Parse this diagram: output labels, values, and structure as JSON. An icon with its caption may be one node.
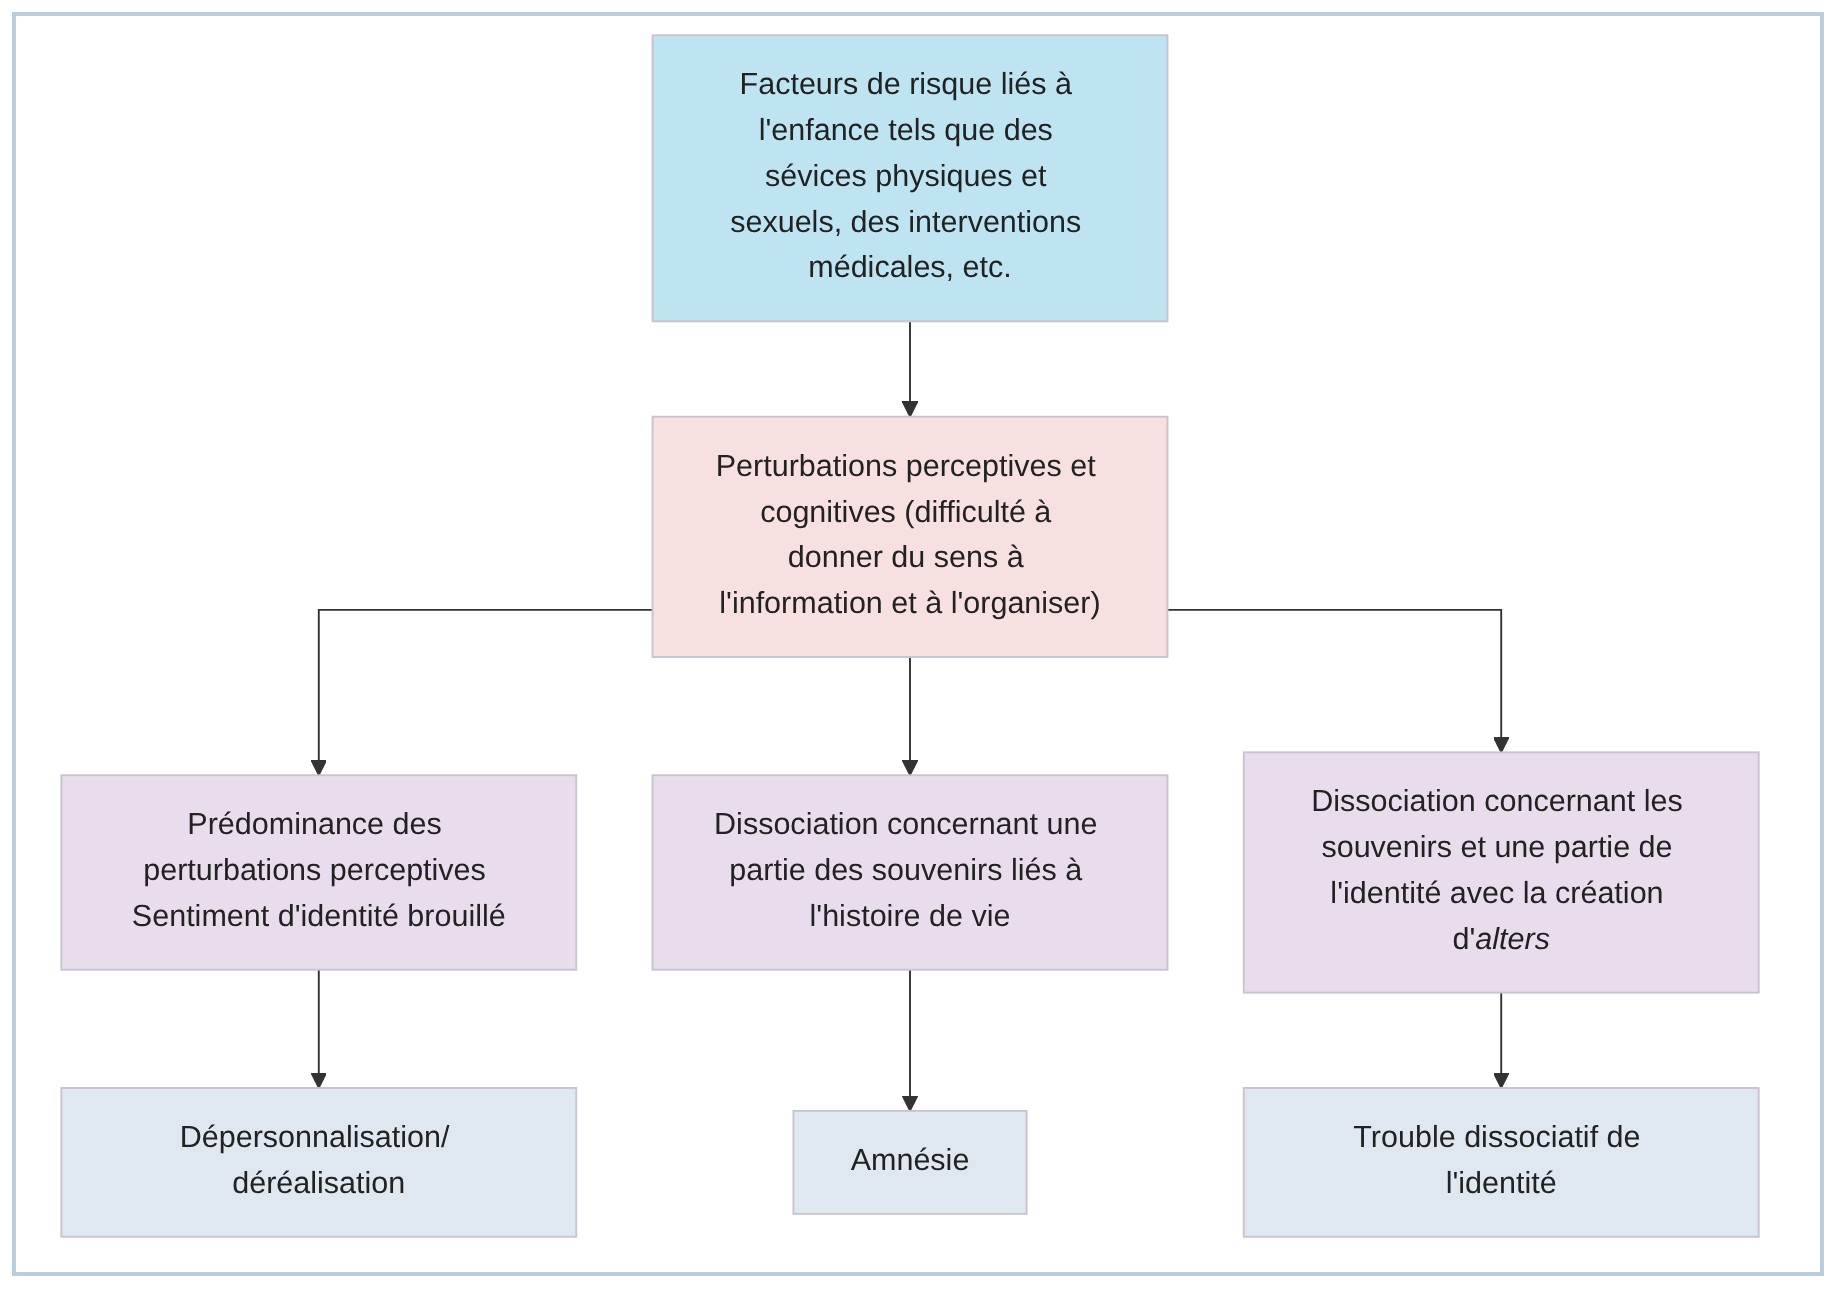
{
  "diagram": {
    "nodes": [
      {
        "text": [
          "Facteurs de risque liés à l'enfance tels que des sévices physiques et sexuels, des interventions médicales, etc."
        ]
      },
      {
        "text": [
          "Perturbations perceptives et cognitives (difficulté à donner du sens à l'information et à l'organiser)"
        ]
      },
      {
        "text": [
          "Prédominance des perturbations perceptives Sentiment d'identité brouillé"
        ]
      },
      {
        "text": [
          "Dissociation concernant une partie des souvenirs liés à l'histoire de vie"
        ]
      },
      {
        "text": [
          "Dissociation concernant les souvenirs et une partie de l'identité avec la création d'*alters*"
        ]
      },
      {
        "text": [
          "Dépersonnalisation/ déréalisation"
        ]
      },
      {
        "text": [
          "Amnésie"
        ]
      },
      {
        "text": [
          "Trouble dissociatif de l'identité"
        ]
      }
    ],
    "edges": [
      {
        "from": 0,
        "to": 1,
        "arrow": "to"
      },
      {
        "from": 1,
        "to": 2,
        "arrow": "to"
      },
      {
        "from": 1,
        "to": 3,
        "arrow": "to"
      },
      {
        "from": 1,
        "to": 4,
        "arrow": "to"
      },
      {
        "from": 2,
        "to": 5,
        "arrow": "to"
      },
      {
        "from": 3,
        "to": 6,
        "arrow": "to"
      },
      {
        "from": 4,
        "to": 7,
        "arrow": "to"
      }
    ]
  }
}
